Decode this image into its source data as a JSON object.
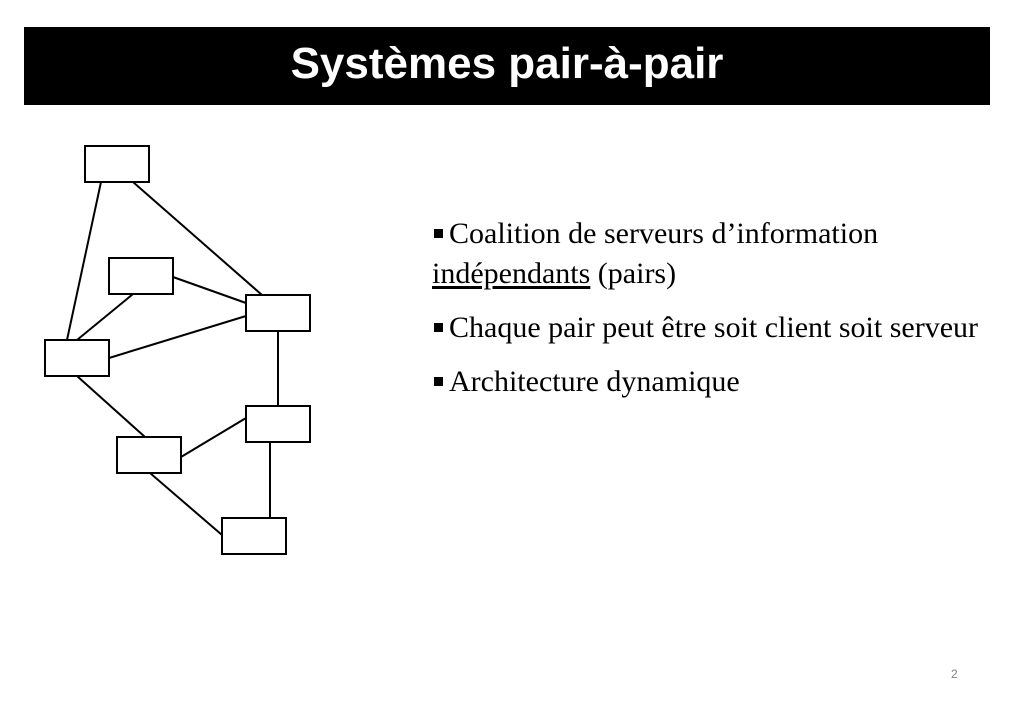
{
  "slide": {
    "title": "Systèmes pair-à-pair",
    "page_number": "2"
  },
  "bullets": [
    {
      "lead": "Coalition de serveurs d’information ",
      "underlined": "indépendants",
      "tail": " (pairs)"
    },
    {
      "lead": "Chaque pair peut être soit client soit serveur",
      "underlined": "",
      "tail": ""
    },
    {
      "lead": "Architecture dynamique",
      "underlined": "",
      "tail": ""
    }
  ],
  "diagram": {
    "node_count": 7,
    "edges": [
      [
        "peer-1",
        "peer-4"
      ],
      [
        "peer-1",
        "peer-3"
      ],
      [
        "peer-2",
        "peer-3"
      ],
      [
        "peer-2",
        "peer-4"
      ],
      [
        "peer-4",
        "peer-3"
      ],
      [
        "peer-4",
        "peer-6"
      ],
      [
        "peer-3",
        "peer-5"
      ],
      [
        "peer-6",
        "peer-5"
      ],
      [
        "peer-6",
        "peer-7"
      ],
      [
        "peer-5",
        "peer-7"
      ]
    ]
  }
}
